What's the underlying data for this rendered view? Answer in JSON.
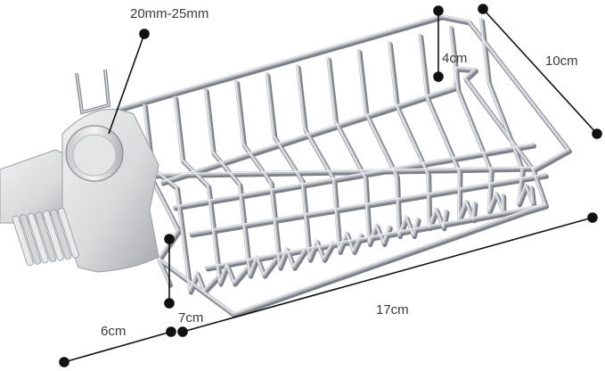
{
  "dimensions": {
    "clamp_range": "20mm-25mm",
    "height_basket": "4cm",
    "width": "10cm",
    "length": "17cm",
    "height_clamp": "7cm",
    "depth_clamp": "6cm"
  },
  "colors": {
    "background": "#ffffff",
    "wire": "#b9bcc2",
    "wire_highlight": "#eef0f3",
    "wire_shadow": "#7d8087",
    "clamp": "#d9dadc",
    "clamp_shadow": "#a8a9ac",
    "dimension_line": "#111111",
    "label_text": "#3a3a3a"
  },
  "icons": {
    "product": "sink-faucet-sponge-rack-icon"
  }
}
